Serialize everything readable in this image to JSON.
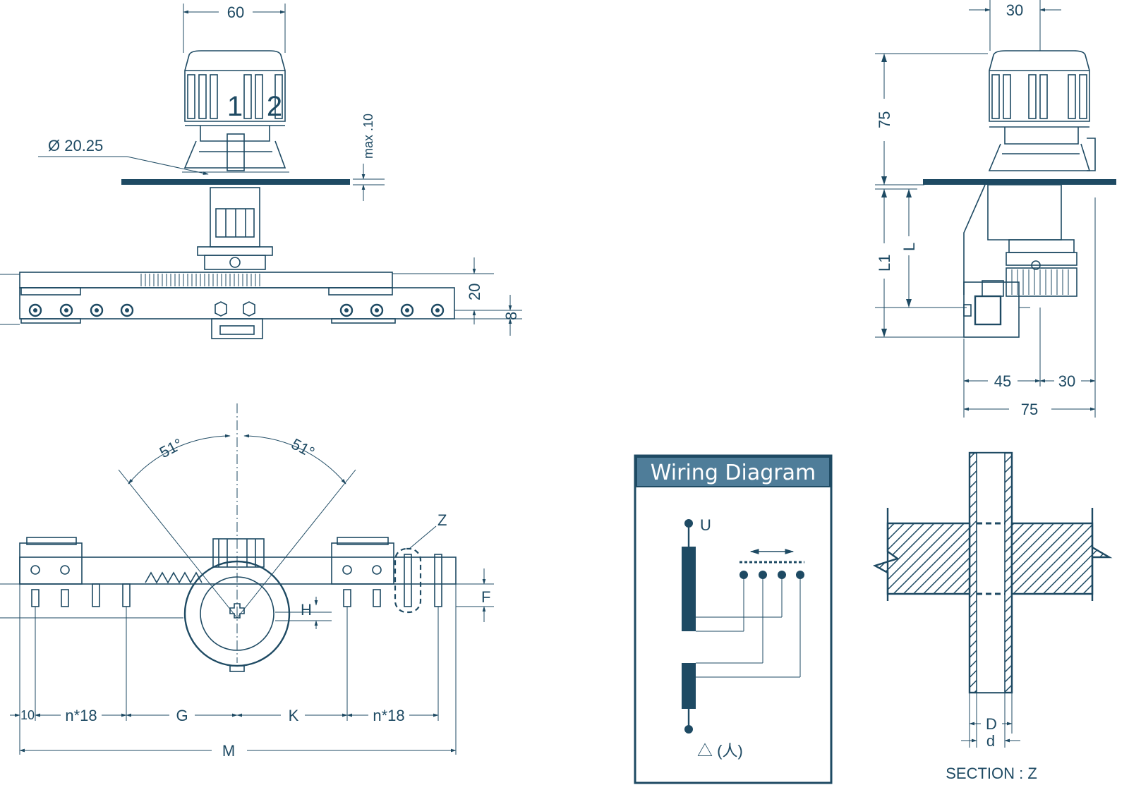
{
  "front_view": {
    "dim_top": "60",
    "diameter": "Ø 20.25",
    "max_label": "max .10",
    "dim_20": "20",
    "dim_8": "8",
    "knob_marks": [
      "1",
      "2"
    ]
  },
  "side_view": {
    "dim_30_top": "30",
    "dim_75_vert": "75",
    "dim_L1": "L1",
    "dim_L": "L",
    "dim_45": "45",
    "dim_30_bottom": "30",
    "dim_75_bottom": "75"
  },
  "top_view": {
    "angle_left": "51°",
    "angle_right": "51°",
    "label_Z": "Z",
    "label_F": "F",
    "label_H": "H",
    "dim_10": "10",
    "dim_n18_left": "n*18",
    "dim_G": "G",
    "dim_K": "K",
    "dim_n18_right": "n*18",
    "dim_M": "M"
  },
  "wiring": {
    "title": "Wiring Diagram",
    "label_U": "U",
    "label_delta": "△ (人)"
  },
  "section": {
    "dim_D": "D",
    "dim_d": "d",
    "caption": "SECTION : Z"
  },
  "colors": {
    "line": "#1e4a63",
    "title_bar": "#4f7d99",
    "background": "#ffffff"
  }
}
